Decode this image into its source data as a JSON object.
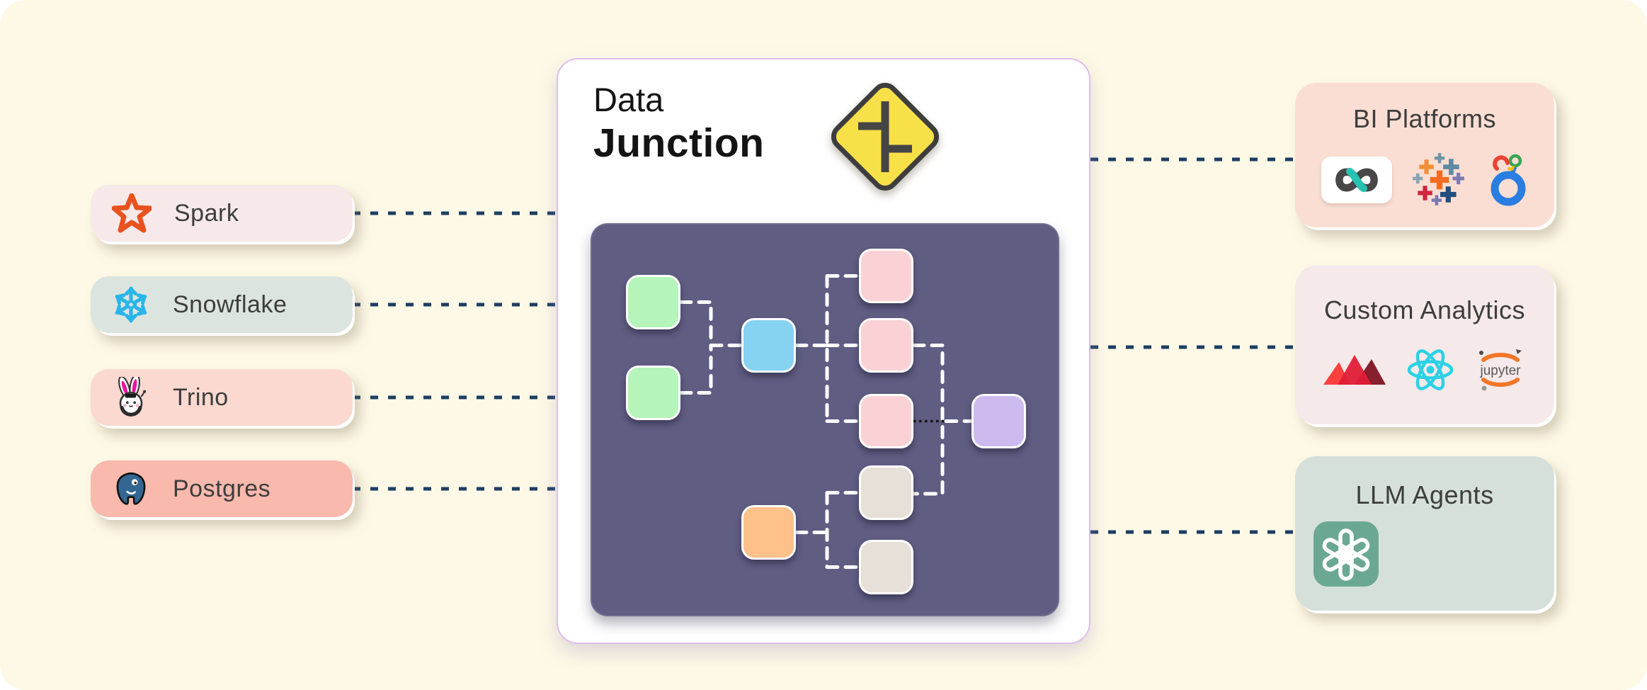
{
  "title": {
    "line1": "Data",
    "line2": "Junction"
  },
  "sources": [
    {
      "label": "Spark",
      "icon": "spark-star-icon"
    },
    {
      "label": "Snowflake",
      "icon": "snowflake-icon"
    },
    {
      "label": "Trino",
      "icon": "trino-bunny-icon"
    },
    {
      "label": "Postgres",
      "icon": "postgres-elephant-icon"
    }
  ],
  "consumers": [
    {
      "label": "BI Platforms",
      "icons": [
        "superset-infinity-icon",
        "tableau-icon",
        "looker-icon"
      ]
    },
    {
      "label": "Custom Analytics",
      "icons": [
        "streamlit-crown-icon",
        "react-atom-icon",
        "jupyter-icon"
      ],
      "jupyter_wordmark": "jupyter"
    },
    {
      "label": "LLM Agents",
      "icons": [
        "openai-icon"
      ]
    }
  ],
  "dag": {
    "node_colors_in_order": [
      "green",
      "green",
      "blue",
      "pink",
      "pink",
      "pink",
      "purple",
      "beige",
      "beige",
      "orange"
    ],
    "edges": [
      "green1->blue",
      "green2->blue",
      "blue->pink1",
      "blue->pink2",
      "blue->pink3",
      "pink2->beige1",
      "pink3->purple(dotted)",
      "orange->beige1",
      "orange->beige2"
    ]
  },
  "colors": {
    "page_background": "#fdf9e6",
    "connector_navy": "#1d3e63",
    "center_card_border": "#dcbfee",
    "panel_background": "#605d83",
    "node_green": "#b5f4ba",
    "node_blue": "#85d2f1",
    "node_pink": "#fad2d6",
    "node_purple": "#cdbbef",
    "node_beige": "#e6e0d8",
    "node_orange": "#fdc189",
    "card_spark": "#f7e9e9",
    "card_snowflake": "#dce4e0",
    "card_trino": "#fbd9d0",
    "card_postgres": "#f9b9ad",
    "card_bi": "#fbded3",
    "card_custom_analytics": "#f5e9e9",
    "card_llm": "#d6e0da",
    "sign_yellow": "#f8e049",
    "sign_border": "#3d3d3d"
  }
}
